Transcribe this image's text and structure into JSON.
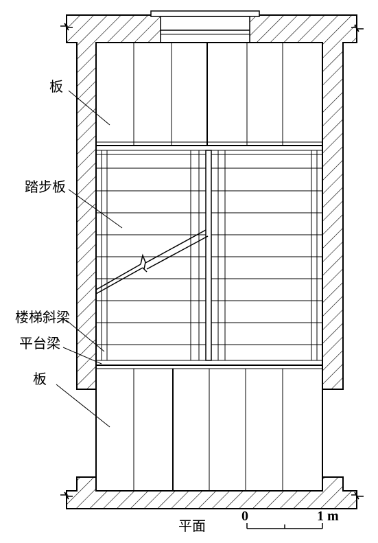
{
  "labels": {
    "slab_top": "板",
    "tread_slab": "踏步板",
    "stair_beam": "楼梯斜梁",
    "platform_beam": "平台梁",
    "slab_bottom": "板",
    "plan": "平面"
  },
  "scale_bar": {
    "start": "0",
    "end": "1 m"
  },
  "colors": {
    "line": "#000000",
    "background": "#ffffff"
  }
}
